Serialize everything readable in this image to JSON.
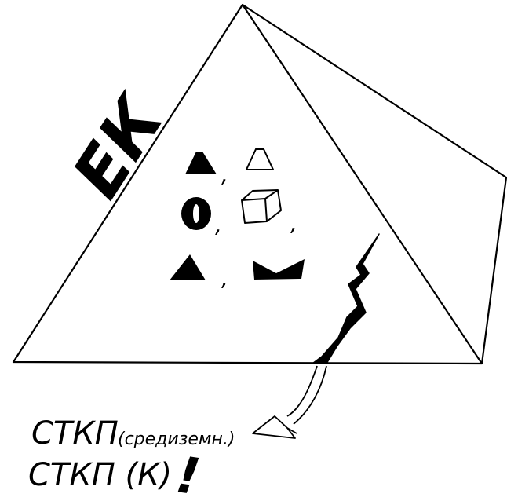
{
  "edge_label": "ЕК",
  "shapes": {
    "row1": [
      {
        "icon": "filled-trapezoid-icon"
      },
      {
        "icon": "outline-trapezoid-icon"
      }
    ],
    "row2": [
      {
        "icon": "half-filled-circle-icon"
      },
      {
        "icon": "outline-cube-icon"
      }
    ],
    "row3": [
      {
        "icon": "filled-triangle-icon"
      },
      {
        "icon": "filled-m-shape-icon"
      }
    ]
  },
  "separator": ",",
  "notes": {
    "line1_main": "СТКП",
    "line1_sub": "(средиземн.)",
    "line2": "СТКП (К)",
    "exclamation": "!"
  },
  "colors": {
    "ink": "#000000",
    "paper": "#ffffff"
  }
}
